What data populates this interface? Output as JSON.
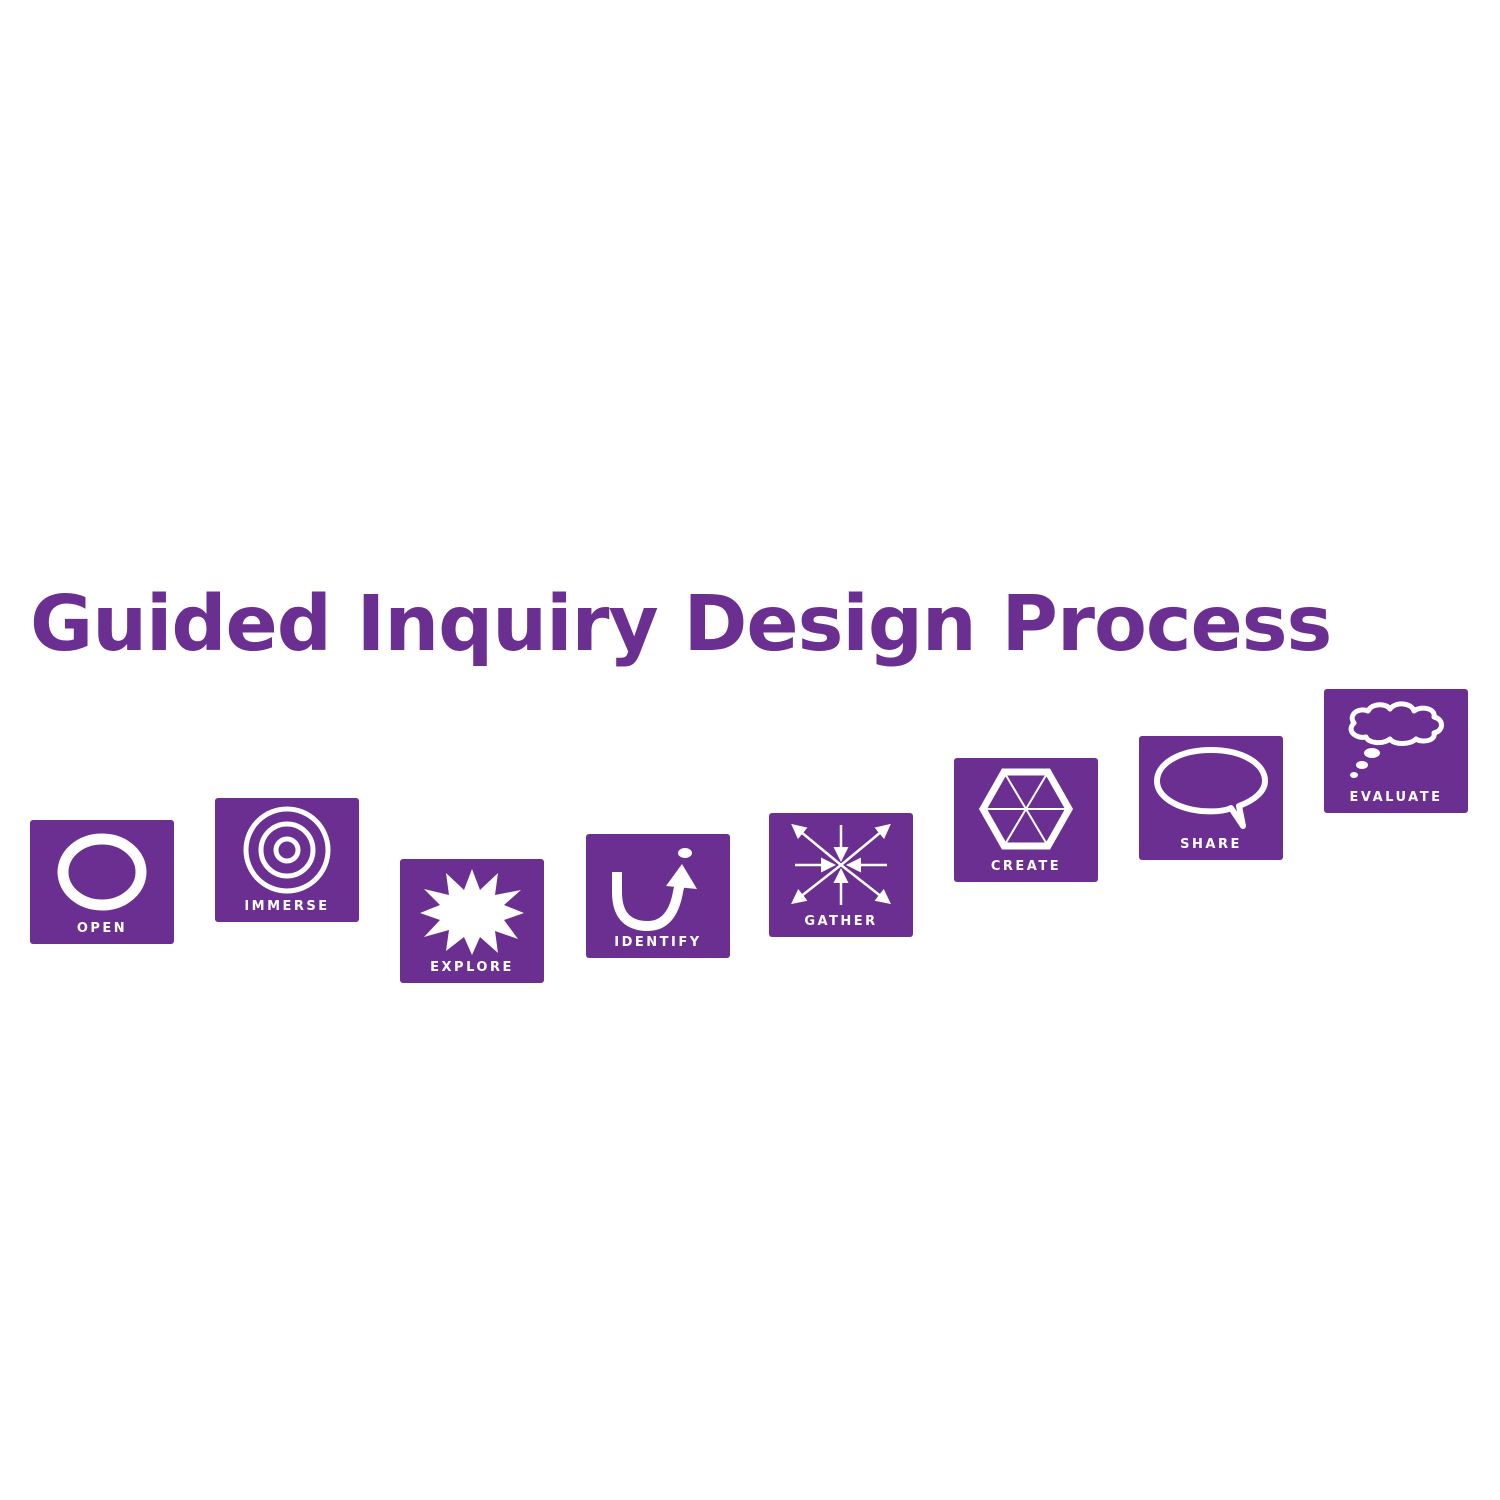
{
  "title": "Guided Inquiry Design Process",
  "accent_color": "#6b2f91",
  "steps": [
    {
      "label": "OPEN",
      "icon": "ring-icon"
    },
    {
      "label": "IMMERSE",
      "icon": "concentric-circles-icon"
    },
    {
      "label": "EXPLORE",
      "icon": "starburst-icon"
    },
    {
      "label": "IDENTIFY",
      "icon": "u-turn-arrow-icon"
    },
    {
      "label": "GATHER",
      "icon": "converging-arrows-icon"
    },
    {
      "label": "CREATE",
      "icon": "hexagon-icon"
    },
    {
      "label": "SHARE",
      "icon": "speech-bubble-icon"
    },
    {
      "label": "EVALUATE",
      "icon": "thought-cloud-icon"
    }
  ]
}
